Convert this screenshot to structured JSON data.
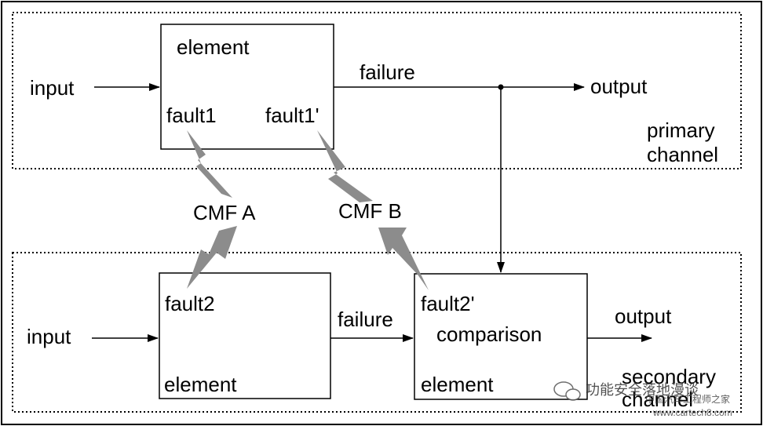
{
  "primary": {
    "input": "input",
    "element": "element",
    "fault": "fault1",
    "fault_prime": "fault1'",
    "failure": "failure",
    "output": "output",
    "channel_line1": "primary",
    "channel_line2": "channel"
  },
  "secondary": {
    "input": "input",
    "fault": "fault2",
    "element_left": "element",
    "failure": "failure",
    "fault_prime": "fault2'",
    "comparison": "comparison",
    "element_right": "element",
    "output": "output",
    "channel_line1": "secondary",
    "channel_line2": "channel"
  },
  "cmf": {
    "a": "CMF A",
    "b": "CMF B"
  },
  "watermark": {
    "text": "功能安全落地漫谈",
    "text2": "中国汽车工程师之家",
    "url": "www.cartech8.com"
  },
  "colors": {
    "line": "#000000",
    "bolt": "#8c8c8c"
  }
}
